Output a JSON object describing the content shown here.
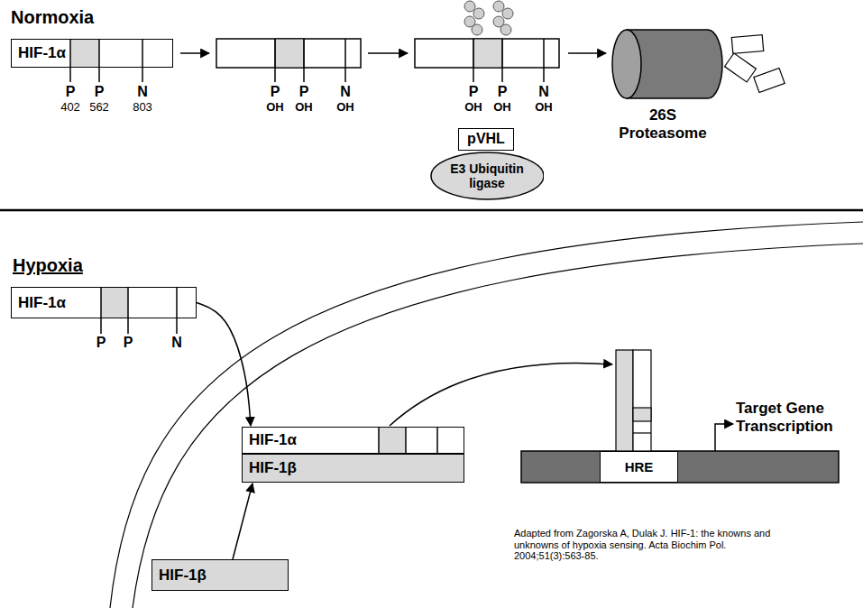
{
  "diagram": {
    "nodes": [
      {
        "text": [
          "HIF-1α"
        ]
      },
      {
        "text": [
          "pVHL"
        ]
      },
      {
        "text": [
          "E3 Ubiquitin ligase"
        ]
      },
      {
        "text": [
          "HIF-1α"
        ]
      },
      {
        "text": [
          "HIF-1α"
        ]
      },
      {
        "text": [
          "HIF-1β"
        ]
      },
      {
        "text": [
          "HIF-1β"
        ]
      },
      {
        "text": [
          "HRE"
        ]
      }
    ],
    "edges": [
      {
        "from": 3,
        "to": 4,
        "arrow": "to"
      },
      {
        "from": 6,
        "to": 5,
        "arrow": "to"
      }
    ],
    "labels": [
      "Normoxia",
      "P",
      "P",
      "N",
      "402",
      "562",
      "803",
      "P",
      "P",
      "N",
      "OH",
      "OH",
      "OH",
      "P",
      "P",
      "N",
      "OH",
      "OH",
      "OH",
      "26S Proteasome",
      "Hypoxia",
      "P",
      "P",
      "N",
      "Target Gene Transcription",
      "Adapted from Zagorska A, Dulak J. HIF-1: the knowns and unknowns of hypoxia sensing. Acta Biochim Pol. 2004;51(3):563-85."
    ]
  }
}
